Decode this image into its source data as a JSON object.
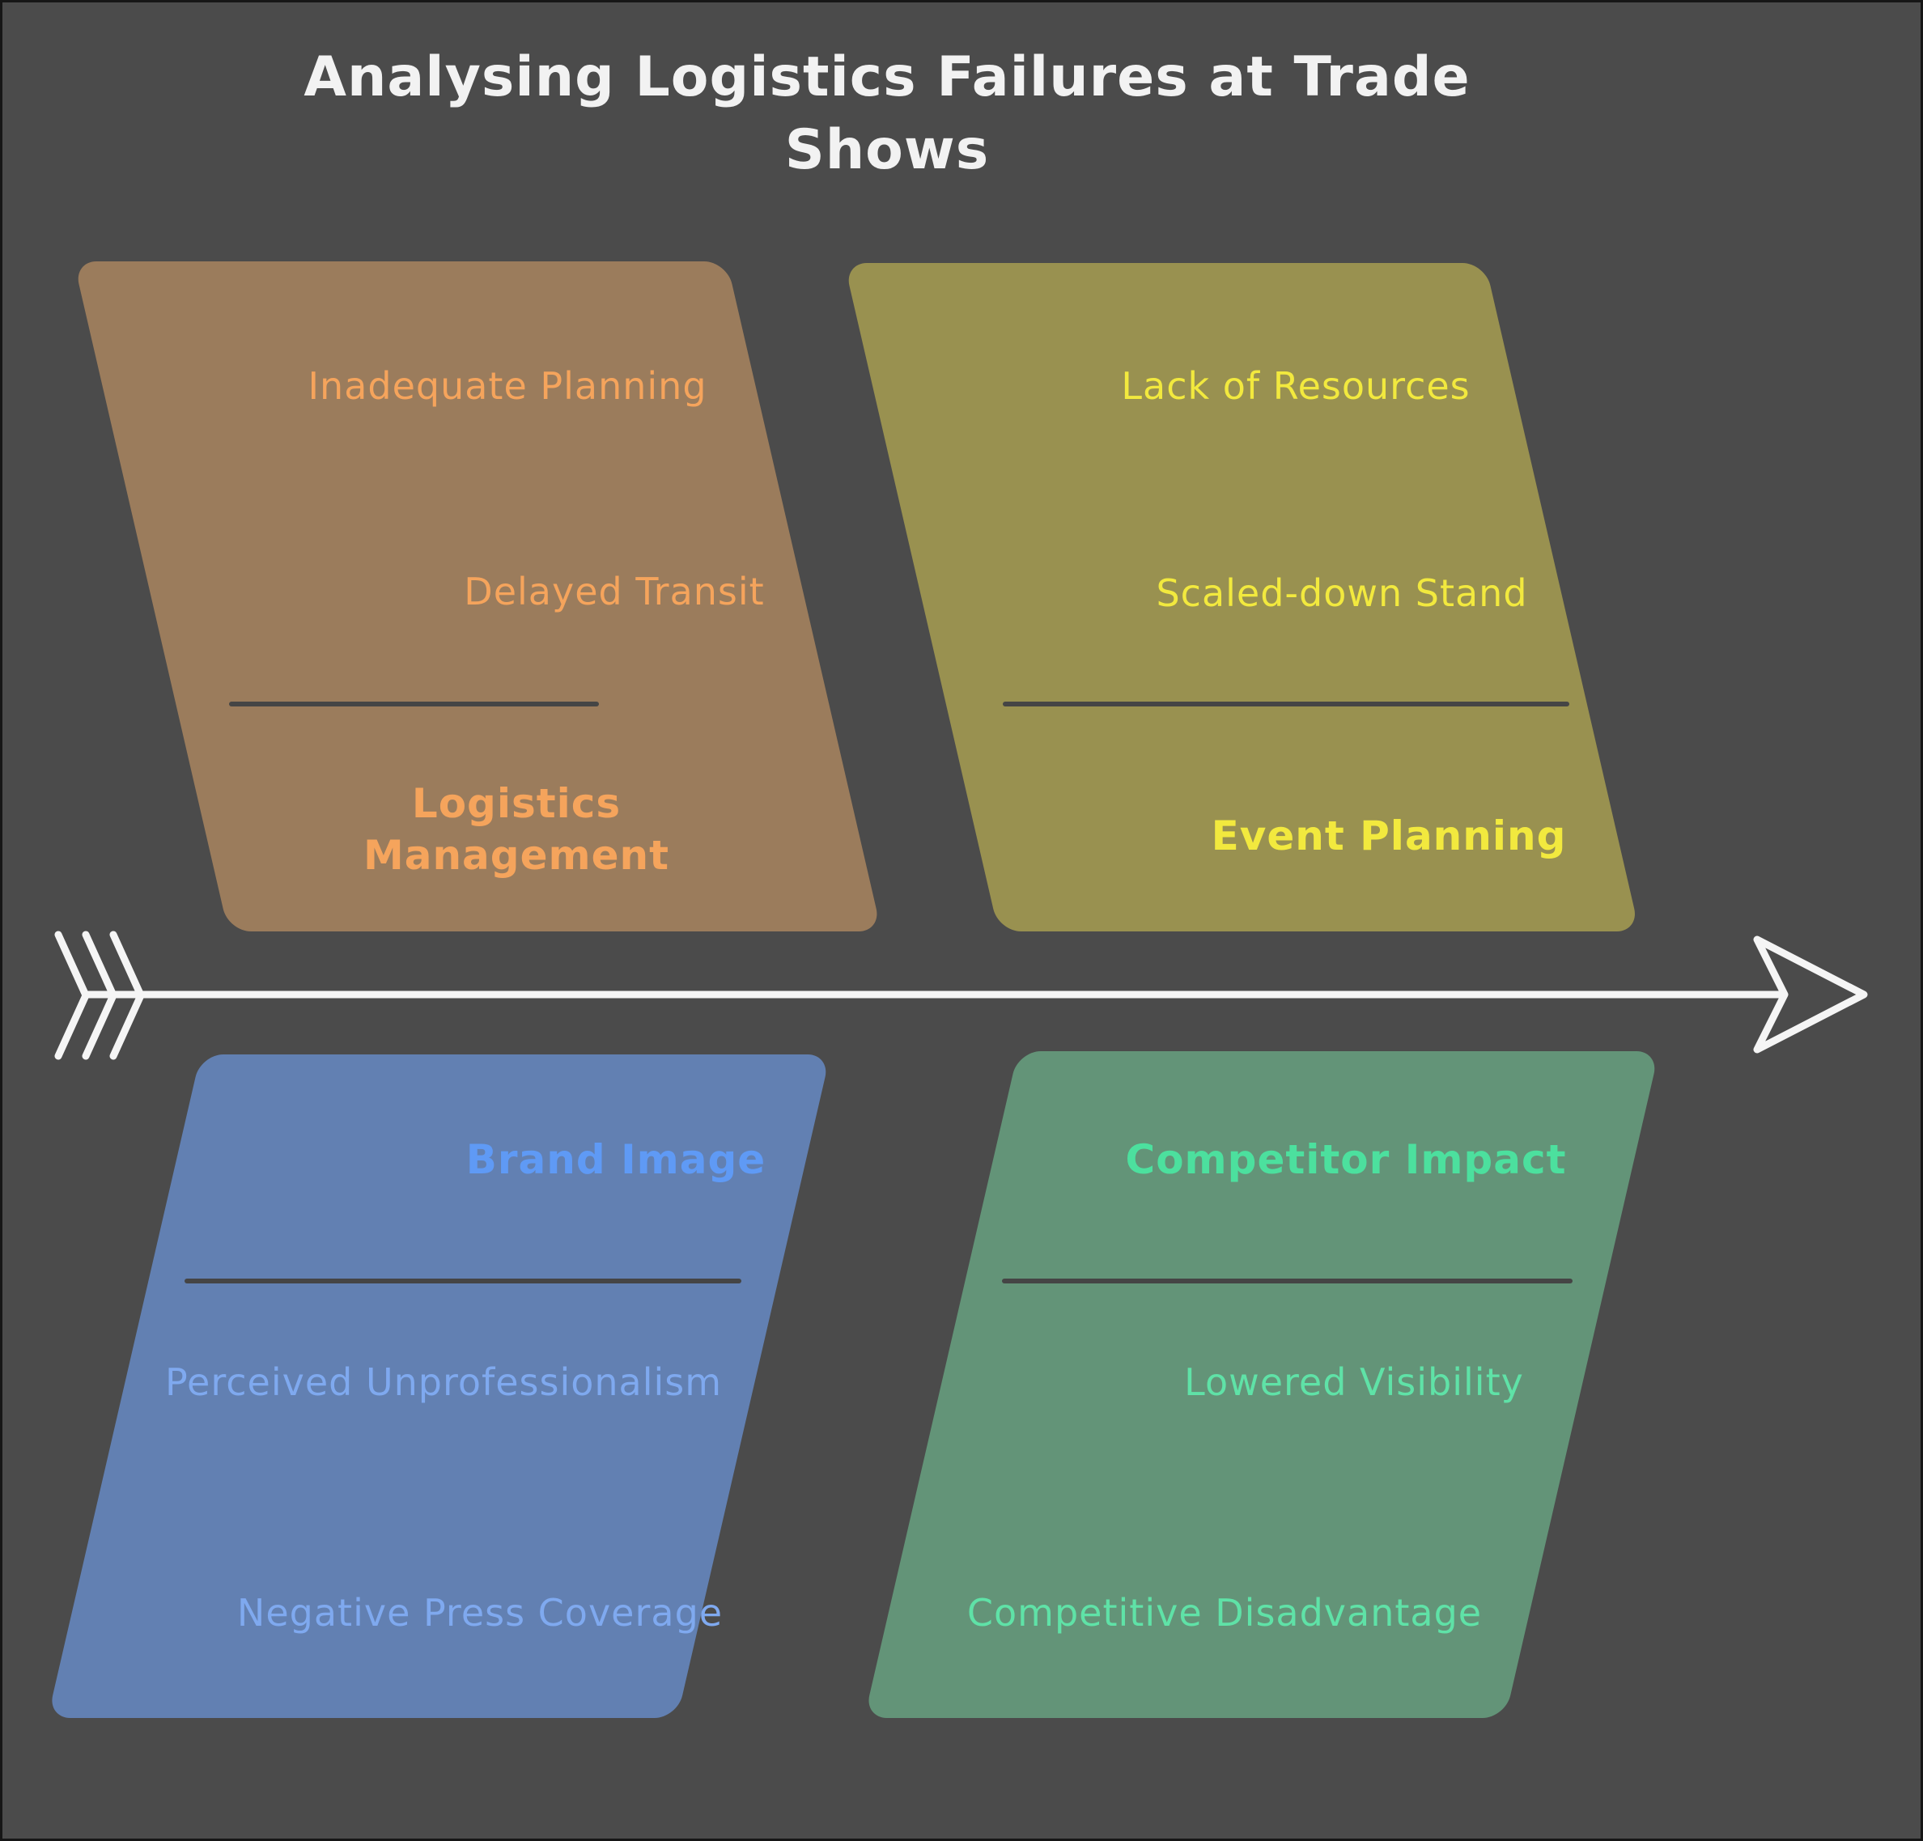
{
  "title": {
    "line1": "Analysing Logistics Failures at Trade",
    "line2": "Shows"
  },
  "diagram_type": "fishbone",
  "background_color": "#4b4b4b",
  "spine_arrow": {
    "direction": "right",
    "color": "#f5f5f5"
  },
  "branches": [
    {
      "label": "Logistics Management",
      "position": "top-left",
      "fill_color": "#9b7c5c",
      "label_color": "#f5a45c",
      "item_color": "#f5a45c",
      "items": [
        "Inadequate Planning",
        "Delayed Transit"
      ]
    },
    {
      "label": "Event Planning",
      "position": "top-right",
      "fill_color": "#999150",
      "label_color": "#f2e93e",
      "item_color": "#f2e93e",
      "items": [
        "Lack of Resources",
        "Scaled-down Stand"
      ]
    },
    {
      "label": "Brand Image",
      "position": "bottom-left",
      "fill_color": "#6280b2",
      "label_color": "#5f9af5",
      "item_color": "#7fa9ef",
      "items": [
        "Perceived Unprofessionalism",
        "Negative Press Coverage"
      ]
    },
    {
      "label": "Competitor Impact",
      "position": "bottom-right",
      "fill_color": "#639478",
      "label_color": "#4ce09e",
      "item_color": "#5fe2a7",
      "items": [
        "Lowered Visibility",
        "Competitive Disadvantage"
      ]
    }
  ]
}
